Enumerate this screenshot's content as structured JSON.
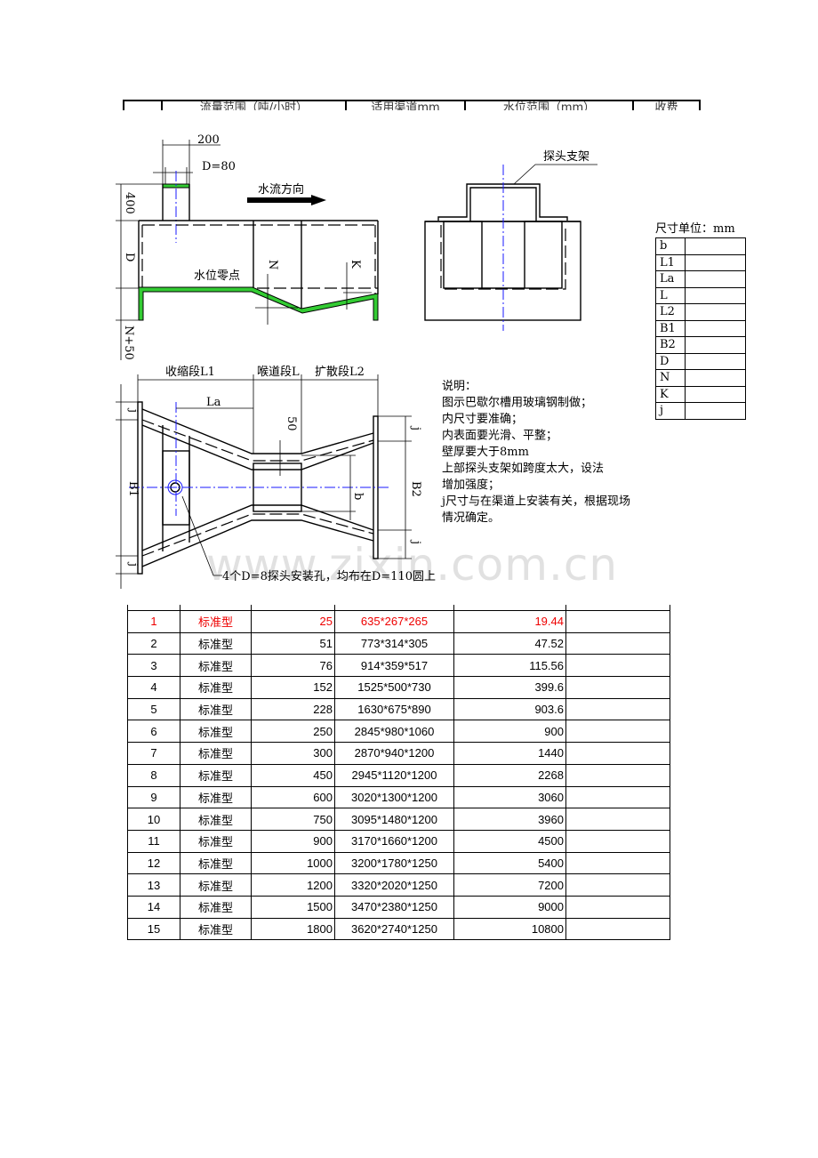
{
  "top_header_clipped": [
    "",
    "流量范围（吨/小时）",
    "适用渠道mm",
    "水位范围（mm）",
    "收费"
  ],
  "side_view": {
    "dim_200": "200",
    "dim_d80": "D=80",
    "dim_400": "400",
    "dim_d": "D",
    "dim_n50": "N+50",
    "flow_label": "水流方向",
    "zero_label": "水位零点",
    "n_label": "N",
    "k_label": "K"
  },
  "front_view": {
    "bracket_label": "探头支架"
  },
  "plan_view": {
    "l1_label": "收缩段L1",
    "l_label": "喉道段L",
    "l2_label": "扩散段L2",
    "la_label": "La",
    "dim_50": "50",
    "b1_label": "B1",
    "b2_label": "B2",
    "b_label": "b",
    "j_label": "j",
    "hole_note": "4个D=8探头安装孔，均布在D=110圆上"
  },
  "dimension_table": {
    "title": "尺寸单位：mm",
    "rows": [
      "b",
      "L1",
      "La",
      "L",
      "L2",
      "B1",
      "B2",
      "D",
      "N",
      "K",
      "j"
    ]
  },
  "notes": [
    "说明：",
    "图示巴歇尔槽用玻璃钢制做；",
    "内尺寸要准确；",
    "内表面要光滑、平整；",
    "壁厚要大于8mm",
    "上部探头支架如跨度太大，设法",
    "增加强度；",
    "j尺寸与在渠道上安装有关，根据现场",
    "情况确定。"
  ],
  "watermark": "www.zixin.com.cn",
  "colors": {
    "highlight_row": "#e00000",
    "fill_green": "#33cc33",
    "centerline": "#1a1aff"
  },
  "spec_table": {
    "rows": [
      [
        "1",
        "标准型",
        "25",
        "635*267*265",
        "19.44",
        ""
      ],
      [
        "2",
        "标准型",
        "51",
        "773*314*305",
        "47.52",
        ""
      ],
      [
        "3",
        "标准型",
        "76",
        "914*359*517",
        "115.56",
        ""
      ],
      [
        "4",
        "标准型",
        "152",
        "1525*500*730",
        "399.6",
        ""
      ],
      [
        "5",
        "标准型",
        "228",
        "1630*675*890",
        "903.6",
        ""
      ],
      [
        "6",
        "标准型",
        "250",
        "2845*980*1060",
        "900",
        ""
      ],
      [
        "7",
        "标准型",
        "300",
        "2870*940*1200",
        "1440",
        ""
      ],
      [
        "8",
        "标准型",
        "450",
        "2945*1120*1200",
        "2268",
        ""
      ],
      [
        "9",
        "标准型",
        "600",
        "3020*1300*1200",
        "3060",
        ""
      ],
      [
        "10",
        "标准型",
        "750",
        "3095*1480*1200",
        "3960",
        ""
      ],
      [
        "11",
        "标准型",
        "900",
        "3170*1660*1200",
        "4500",
        ""
      ],
      [
        "12",
        "标准型",
        "1000",
        "3200*1780*1250",
        "5400",
        ""
      ],
      [
        "13",
        "标准型",
        "1200",
        "3320*2020*1250",
        "7200",
        ""
      ],
      [
        "14",
        "标准型",
        "1500",
        "3470*2380*1250",
        "9000",
        ""
      ],
      [
        "15",
        "标准型",
        "1800",
        "3620*2740*1250",
        "10800",
        ""
      ]
    ]
  }
}
